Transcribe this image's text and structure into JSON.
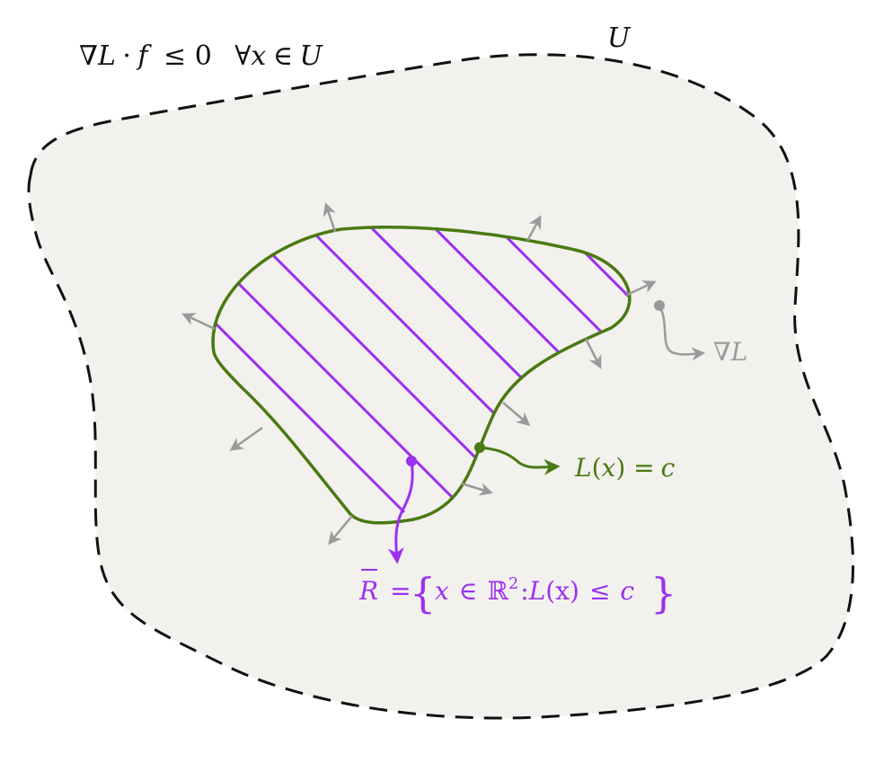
{
  "diagram": {
    "colors": {
      "background": "#ffffff",
      "domain_fill": "#f2f1ee",
      "domain_border": "#111111",
      "level_curve": "#4a7a12",
      "hatch": "#9b30f0",
      "gradient_arrows": "#9a9a9a",
      "label_text": "#111111"
    },
    "condition": {
      "nabla": "∇",
      "L": "L",
      "dot": "·",
      "f": "f",
      "le": "≤ 0",
      "forall": "∀",
      "x": "x",
      "in": "∈",
      "U": "U"
    },
    "domain_label": "U",
    "gradient_label": {
      "nabla": "∇",
      "L": "L"
    },
    "level_curve_label": {
      "L": "L",
      "open": "(",
      "x": "x",
      "close_eq": ") =",
      "c": "c"
    },
    "region_label": {
      "R": "R",
      "eq": "=",
      "lbrace": "{",
      "x": "x",
      "in": "∈",
      "reals": "ℝ",
      "sup": "2",
      "colon": ":",
      "L": "L",
      "paren_x": "(x)",
      "le": "≤",
      "c": "c",
      "rbrace": "}"
    }
  }
}
